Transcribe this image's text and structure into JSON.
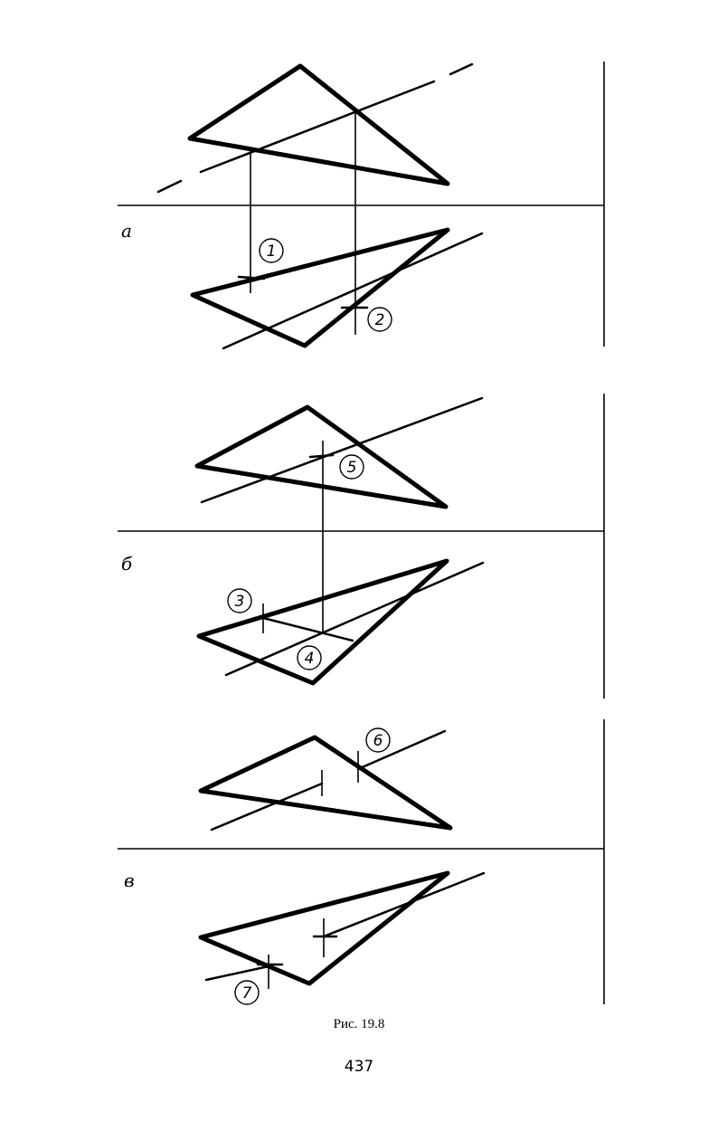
{
  "panels": [
    {
      "label": "а",
      "points": [
        "1",
        "2"
      ]
    },
    {
      "label": "б",
      "points": [
        "5",
        "3",
        "4"
      ]
    },
    {
      "label": "в",
      "points": [
        "6",
        "7"
      ]
    }
  ],
  "caption": "Рис. 19.8",
  "page_number": "437"
}
